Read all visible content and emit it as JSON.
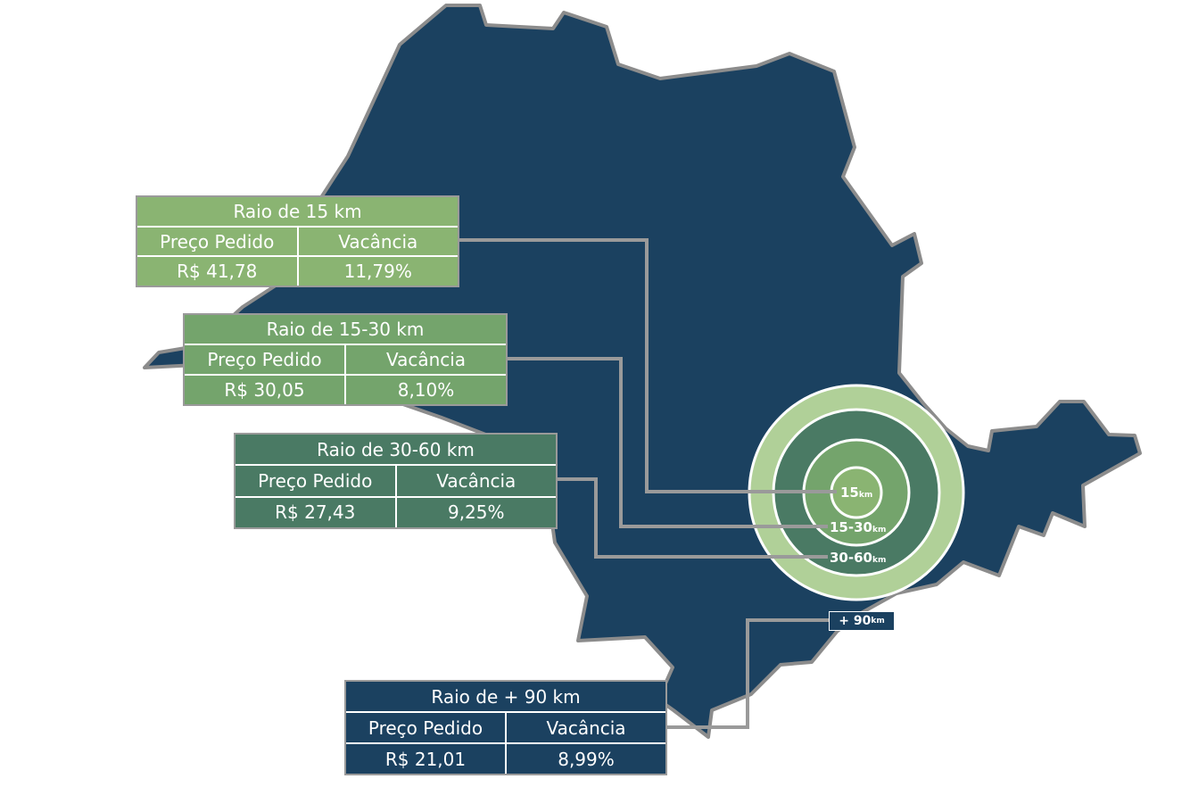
{
  "colors": {
    "region_fill": "#1b4160",
    "region_stroke": "#8c8c8c",
    "ring_outer": "#b0d098",
    "ring_30_60": "#4a7a64",
    "ring_15_30": "#74a46c",
    "ring_15": "#8ab472",
    "connector": "#9a9a9a"
  },
  "rings": [
    {
      "value": "15",
      "unit": "km"
    },
    {
      "value": "15-30",
      "unit": "km"
    },
    {
      "value": "30-60",
      "unit": "km"
    }
  ],
  "outer_tag": {
    "value": "+ 90",
    "unit": "km"
  },
  "boxes": [
    {
      "title": "Raio de 15 km",
      "price_label": "Preço Pedido",
      "vacancy_label": "Vacância",
      "price": "R$ 41,78",
      "vacancy": "11,79%"
    },
    {
      "title": "Raio de 15-30 km",
      "price_label": "Preço Pedido",
      "vacancy_label": "Vacância",
      "price": "R$ 30,05",
      "vacancy": "8,10%"
    },
    {
      "title": "Raio de 30-60 km",
      "price_label": "Preço Pedido",
      "vacancy_label": "Vacância",
      "price": "R$ 27,43",
      "vacancy": "9,25%"
    },
    {
      "title": "Raio de + 90 km",
      "price_label": "Preço Pedido",
      "vacancy_label": "Vacância",
      "price": "R$ 21,01",
      "vacancy": "8,99%"
    }
  ]
}
